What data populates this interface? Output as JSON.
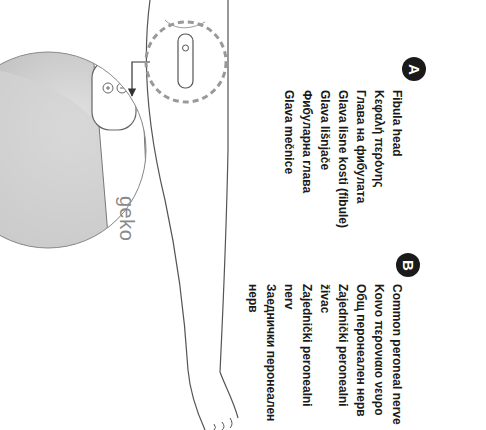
{
  "diagram": {
    "nodes": [
      {
        "text": [
          "A"
        ]
      },
      {
        "text": [
          "B"
        ]
      }
    ],
    "labels": [
      "geko",
      "Fibula head",
      "Κεφαλή περόνης",
      "Глава на фибулата",
      "Glava lisne kosti (fibule)",
      "Glava lišnjače",
      "Фибуларна глава",
      "Glava mečnice",
      "Common peroneal nerve",
      "Κοινο περονιαιο νευρο",
      "Общ перонеален нерв",
      "Zajednički peronealni živac",
      "Zajednički peronealni nerv",
      "Заеднички перонеален нерв"
    ]
  }
}
